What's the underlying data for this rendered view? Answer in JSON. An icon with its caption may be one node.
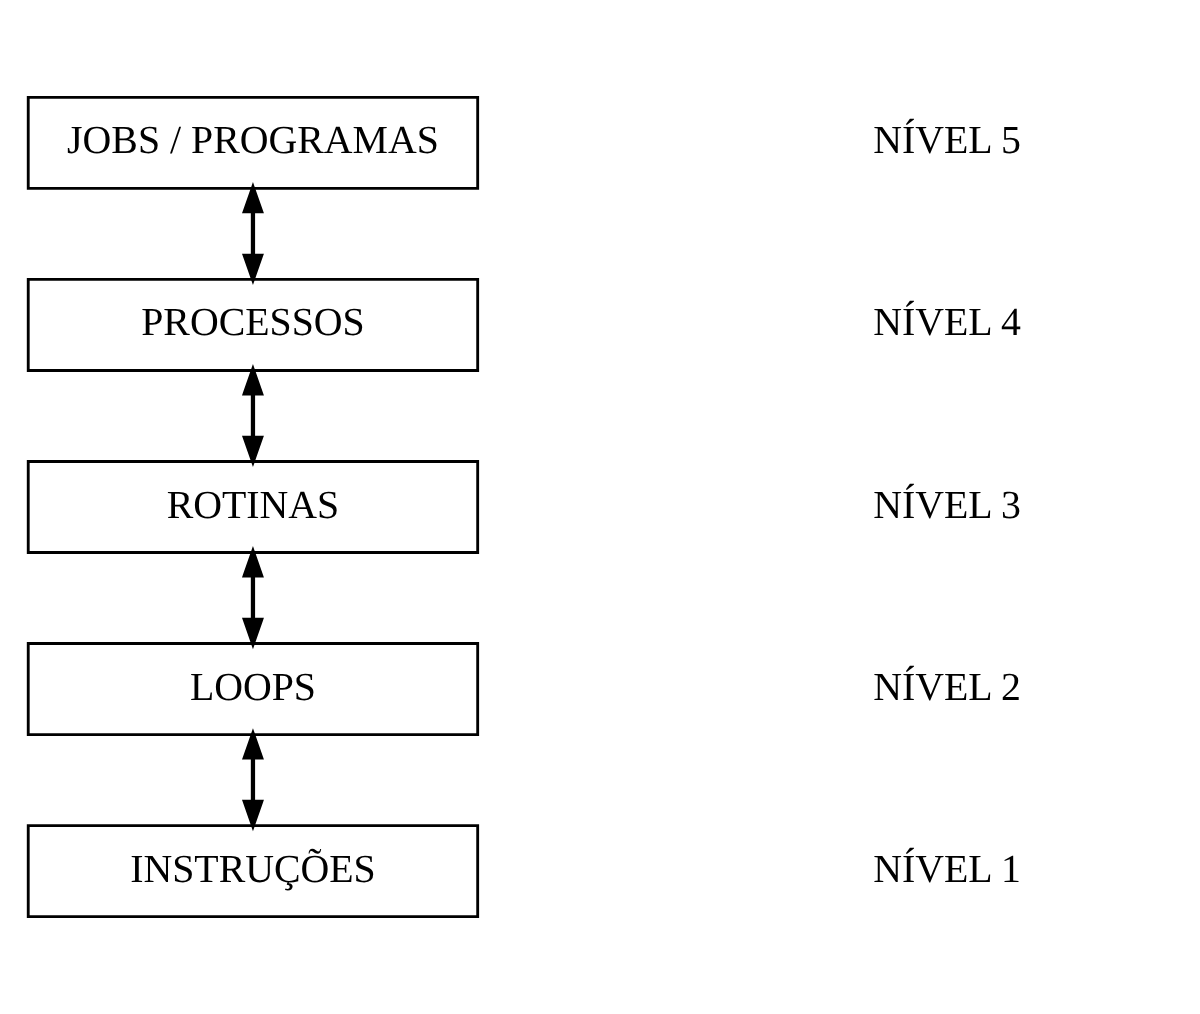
{
  "diagram": {
    "nodes": [
      {
        "text": [
          "JOBS / PROGRAMAS"
        ]
      },
      {
        "text": [
          "PROCESSOS"
        ]
      },
      {
        "text": [
          "ROTINAS"
        ]
      },
      {
        "text": [
          "LOOPS"
        ]
      },
      {
        "text": [
          "INSTRUÇÕES"
        ]
      }
    ],
    "edges": [
      {
        "from": 0,
        "to": 1,
        "arrow": "both"
      },
      {
        "from": 1,
        "to": 2,
        "arrow": "both"
      },
      {
        "from": 2,
        "to": 3,
        "arrow": "both"
      },
      {
        "from": 3,
        "to": 4,
        "arrow": "both"
      }
    ],
    "labels": [
      "NÍVEL 5",
      "NÍVEL 4",
      "NÍVEL 3",
      "NÍVEL 2",
      "NÍVEL 1"
    ]
  }
}
